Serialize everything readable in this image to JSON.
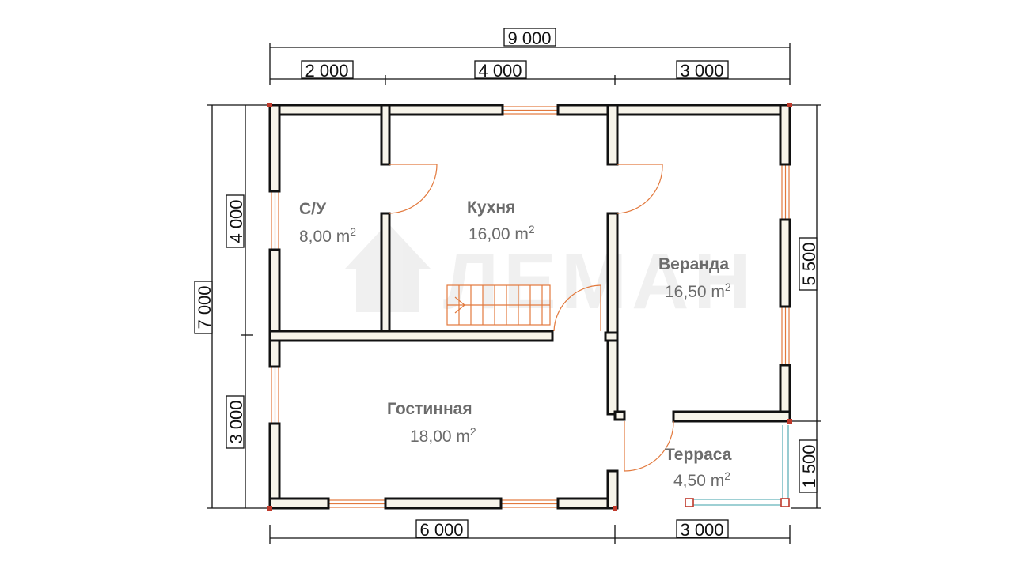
{
  "dimensions": {
    "total_width": "9 000",
    "top_left": "2 000",
    "top_middle": "4 000",
    "top_right": "3 000",
    "bottom_left": "6 000",
    "bottom_right": "3 000",
    "left_total": "7 000",
    "left_upper": "4 000",
    "left_lower": "3 000",
    "right_upper": "5 500",
    "right_lower": "1 500"
  },
  "rooms": [
    {
      "id": "bathroom",
      "name": "С/У",
      "area": "8,00 m",
      "unit_sup": "2"
    },
    {
      "id": "kitchen",
      "name": "Кухня",
      "area": "16,00 m",
      "unit_sup": "2"
    },
    {
      "id": "veranda",
      "name": "Веранда",
      "area": "16,50 m",
      "unit_sup": "2"
    },
    {
      "id": "living-room",
      "name": "Гостинная",
      "area": "18,00 m",
      "unit_sup": "2"
    },
    {
      "id": "terrace",
      "name": "Терраса",
      "area": "4,50 m",
      "unit_sup": "2"
    }
  ],
  "watermark": "ЛЕМАН",
  "colors": {
    "wall_fill": "#f7f4ea",
    "wall_stroke": "#111111",
    "window_door": "#e2793d",
    "corner": "#c0392b",
    "railing": "#7ec0c6",
    "room_text": "#6b6b6b"
  }
}
